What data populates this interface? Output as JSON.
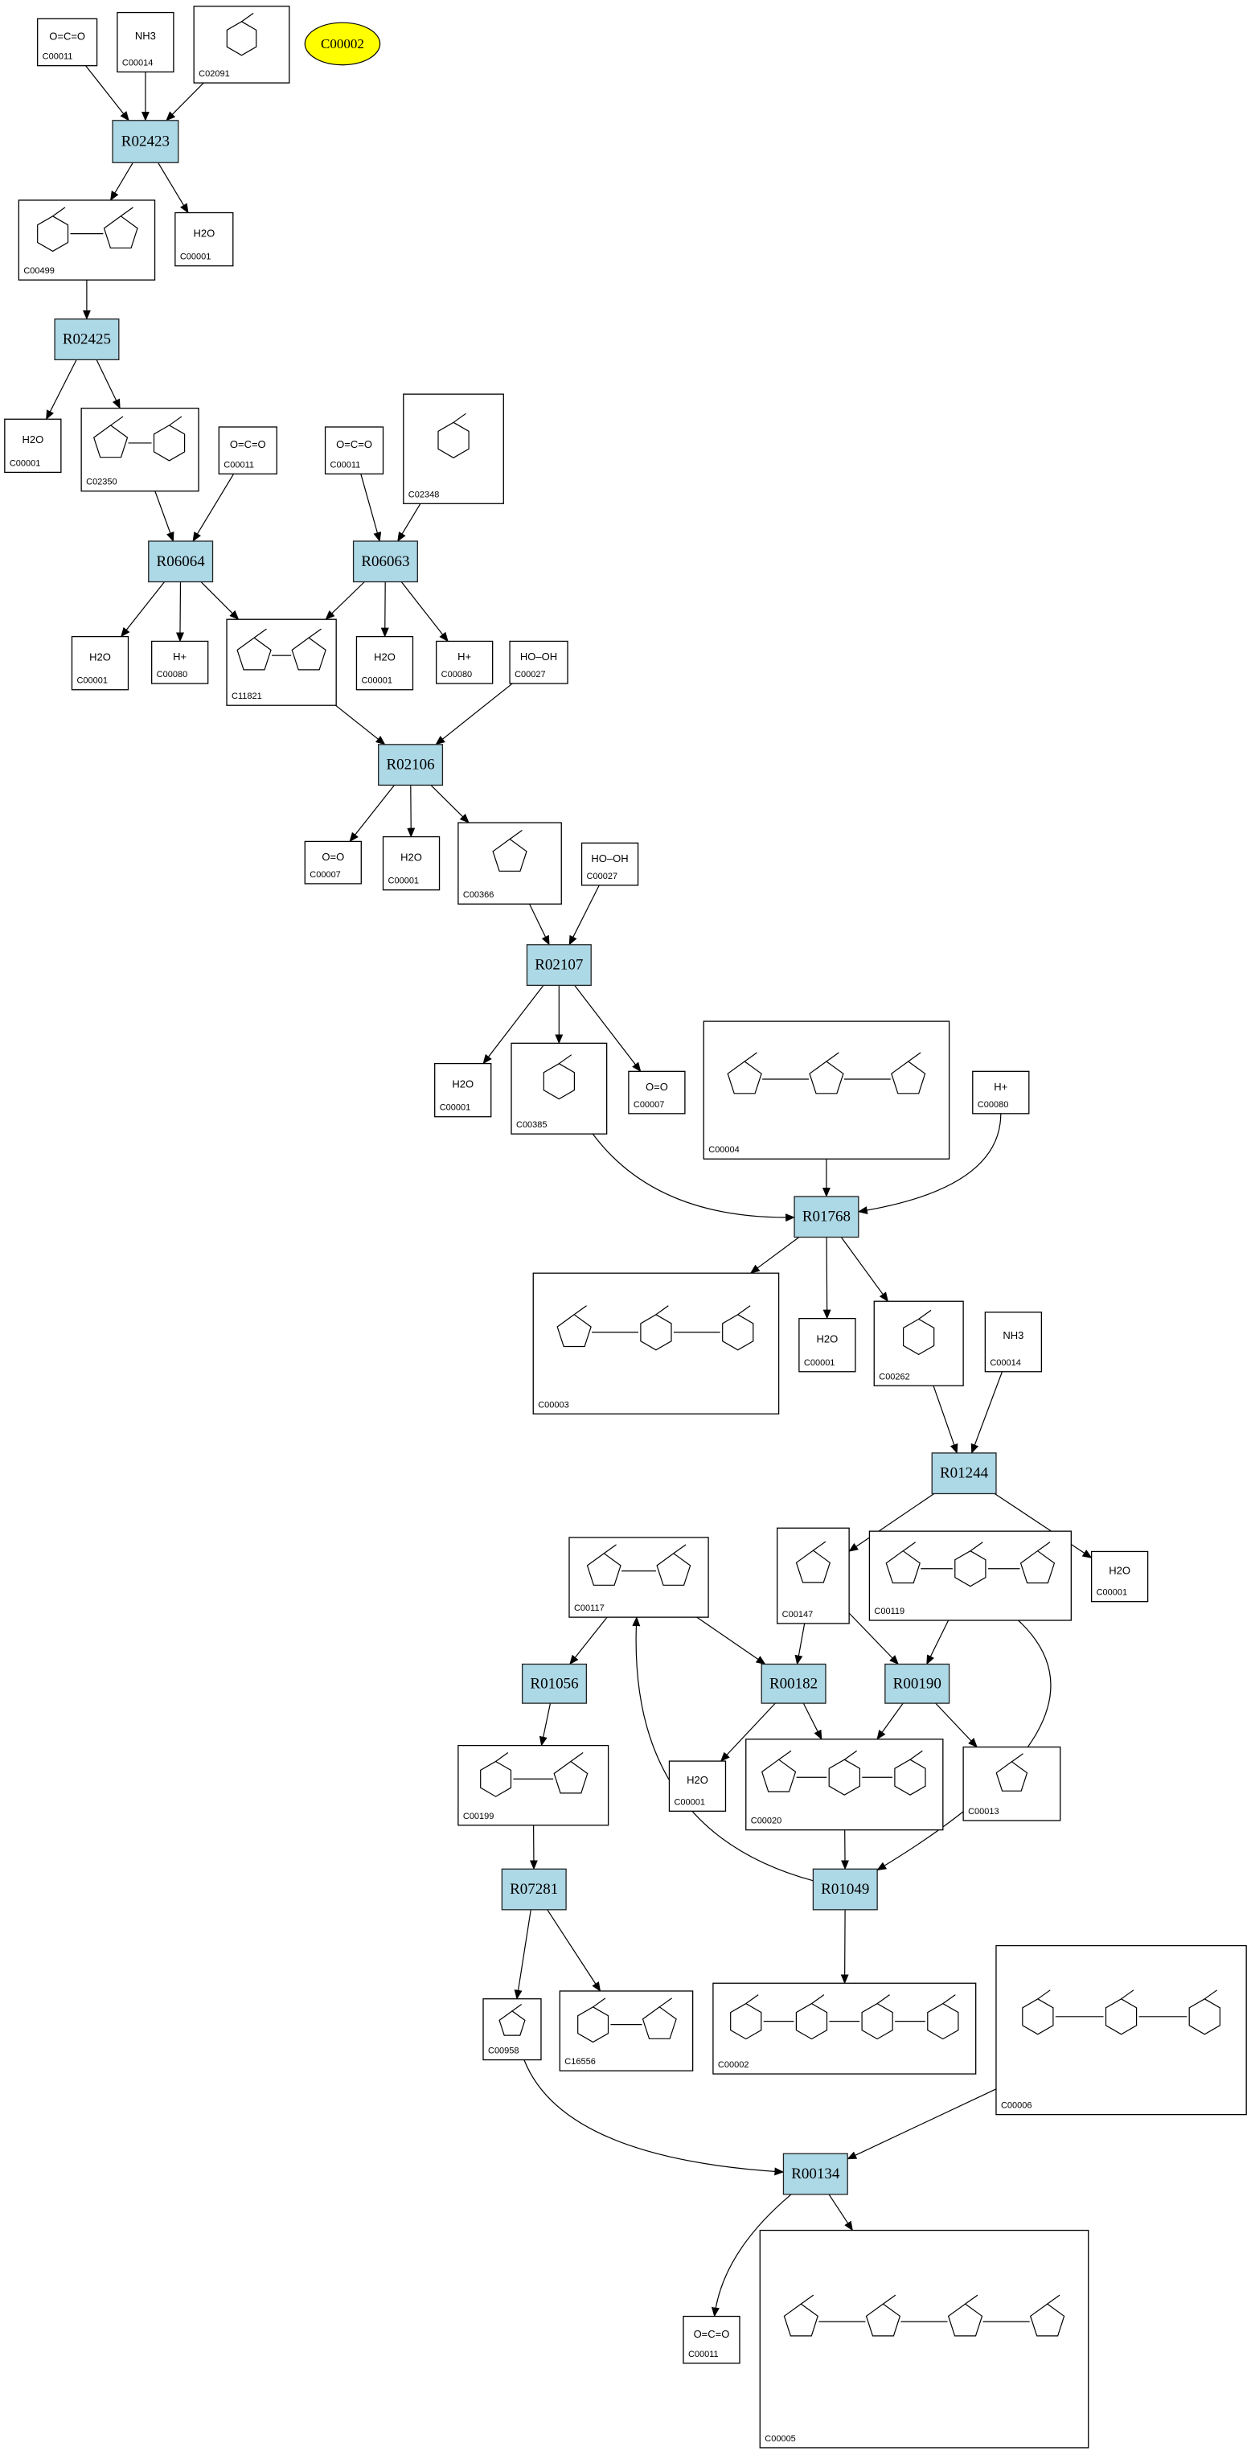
{
  "reactions": [
    "R02423",
    "R02425",
    "R06064",
    "R06063",
    "R02106",
    "R02107",
    "R01768",
    "R01244",
    "R01056",
    "R00182",
    "R00190",
    "R07281",
    "R01049",
    "R00134"
  ],
  "highlight": {
    "label": "C00002",
    "color": "#ffff00"
  },
  "colors": {
    "reaction_fill": "#add8e6",
    "highlight_fill": "#ffff00"
  },
  "compounds": {
    "n1": {
      "id": "C00011",
      "formula": "O=C=O"
    },
    "n2": {
      "id": "C00014",
      "formula": "NH3"
    },
    "n3": {
      "id": "C02091",
      "formula": ""
    },
    "n4": {
      "id": "C00499",
      "formula": ""
    },
    "n5": {
      "id": "C00001",
      "formula": "H2O"
    },
    "n6": {
      "id": "C00001",
      "formula": "H2O"
    },
    "n7": {
      "id": "C02350",
      "formula": ""
    },
    "n8": {
      "id": "C00011",
      "formula": "O=C=O"
    },
    "n9": {
      "id": "C00011",
      "formula": "O=C=O"
    },
    "n10": {
      "id": "C02348",
      "formula": ""
    },
    "n11": {
      "id": "C00001",
      "formula": "H2O"
    },
    "n12": {
      "id": "C00080",
      "formula": "H+"
    },
    "n13": {
      "id": "C11821",
      "formula": ""
    },
    "n14": {
      "id": "C00001",
      "formula": "H2O"
    },
    "n15": {
      "id": "C00080",
      "formula": "H+"
    },
    "n16": {
      "id": "C00027",
      "formula": "HO–OH"
    },
    "n17": {
      "id": "C00007",
      "formula": "O=O"
    },
    "n18": {
      "id": "C00001",
      "formula": "H2O"
    },
    "n19": {
      "id": "C00366",
      "formula": ""
    },
    "n20": {
      "id": "C00027",
      "formula": "HO–OH"
    },
    "n21": {
      "id": "C00001",
      "formula": "H2O"
    },
    "n22": {
      "id": "C00385",
      "formula": ""
    },
    "n23": {
      "id": "C00007",
      "formula": "O=O"
    },
    "n24": {
      "id": "C00004",
      "formula": ""
    },
    "n25": {
      "id": "C00080",
      "formula": "H+"
    },
    "n26": {
      "id": "C00003",
      "formula": ""
    },
    "n27": {
      "id": "C00001",
      "formula": "H2O"
    },
    "n28": {
      "id": "C00262",
      "formula": ""
    },
    "n29": {
      "id": "C00014",
      "formula": "NH3"
    },
    "n30": {
      "id": "C00117",
      "formula": ""
    },
    "n31": {
      "id": "C00147",
      "formula": ""
    },
    "n32": {
      "id": "C00119",
      "formula": ""
    },
    "n33": {
      "id": "C00001",
      "formula": "H2O"
    },
    "n34": {
      "id": "C00199",
      "formula": ""
    },
    "n35": {
      "id": "C00001",
      "formula": "H2O"
    },
    "n36": {
      "id": "C00020",
      "formula": ""
    },
    "n37": {
      "id": "C00013",
      "formula": ""
    },
    "n38": {
      "id": "C00958",
      "formula": ""
    },
    "n39": {
      "id": "C16556",
      "formula": ""
    },
    "n40": {
      "id": "C00002",
      "formula": ""
    },
    "n41": {
      "id": "C00006",
      "formula": ""
    },
    "n42": {
      "id": "C00011",
      "formula": "O=C=O"
    },
    "n43": {
      "id": "C00005",
      "formula": ""
    }
  }
}
